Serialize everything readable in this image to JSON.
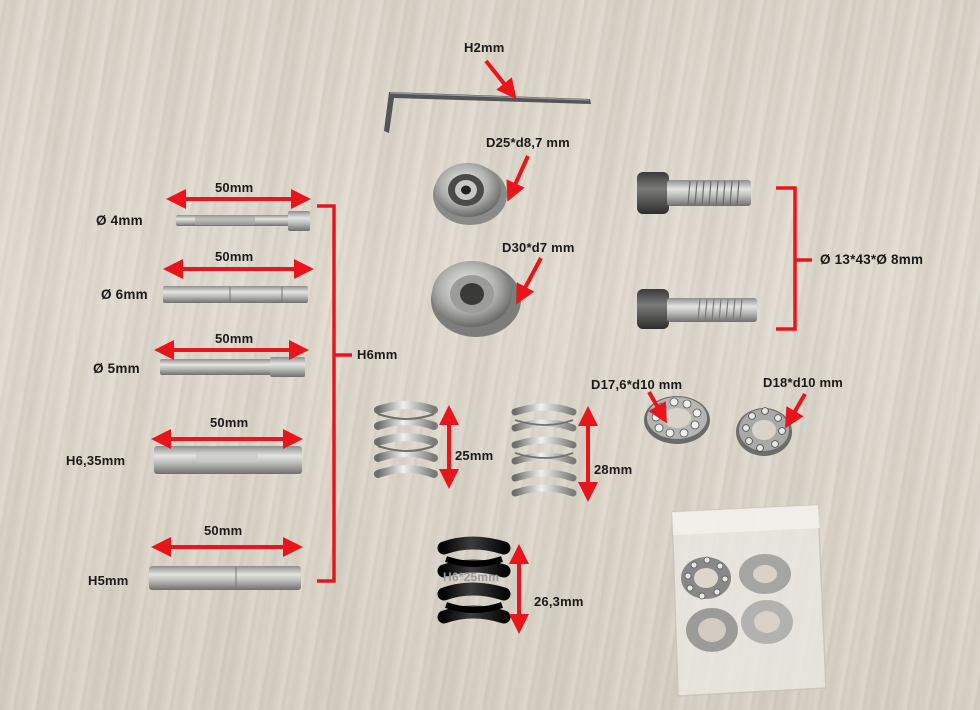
{
  "labels": {
    "hex_key": "H2mm",
    "pulley_small": "D25*d8,7 mm",
    "pulley_large": "D30*d7 mm",
    "screws": "Ø 13*43*Ø 8mm",
    "bearing_a": "D17,6*d10 mm",
    "bearing_b": "D18*d10 mm",
    "spring_a": "25mm",
    "spring_b": "28mm",
    "spring_c": "26,3mm",
    "spring_c_mark": "H6*25mm",
    "shafts_group": "H6mm",
    "shaft_lengths": [
      "50mm",
      "50mm",
      "50mm",
      "50mm",
      "50mm"
    ],
    "shaft_sizes": [
      "Ø 4mm",
      "Ø 6mm",
      "Ø 5mm",
      "H6,35mm",
      "H5mm"
    ]
  },
  "colors": {
    "annotation_red": "#e8161a",
    "steel": "#b9b9b6",
    "spring_black": "#161616"
  }
}
